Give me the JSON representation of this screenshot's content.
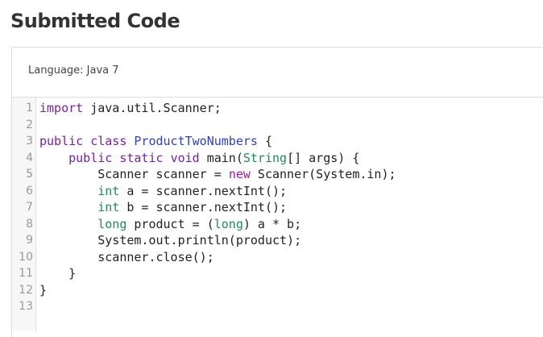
{
  "page": {
    "title": "Submitted Code"
  },
  "submission": {
    "language_label": "Language: Java 7"
  },
  "code": {
    "line_numbers": [
      "1",
      "2",
      "3",
      "4",
      "5",
      "6",
      "7",
      "8",
      "9",
      "10",
      "11",
      "12",
      "13"
    ],
    "lines": [
      [
        {
          "t": "import",
          "c": "kw"
        },
        {
          "t": " java.util.Scanner;",
          "c": ""
        }
      ],
      [],
      [
        {
          "t": "public",
          "c": "kw"
        },
        {
          "t": " ",
          "c": ""
        },
        {
          "t": "class",
          "c": "kw"
        },
        {
          "t": " ",
          "c": ""
        },
        {
          "t": "ProductTwoNumbers",
          "c": "cls"
        },
        {
          "t": " {",
          "c": ""
        }
      ],
      [
        {
          "t": "    ",
          "c": ""
        },
        {
          "t": "public",
          "c": "kw"
        },
        {
          "t": " ",
          "c": ""
        },
        {
          "t": "static",
          "c": "kw"
        },
        {
          "t": " ",
          "c": ""
        },
        {
          "t": "void",
          "c": "kw"
        },
        {
          "t": " main(",
          "c": ""
        },
        {
          "t": "String",
          "c": "type"
        },
        {
          "t": "[] args) {",
          "c": ""
        }
      ],
      [
        {
          "t": "        Scanner scanner = ",
          "c": ""
        },
        {
          "t": "new",
          "c": "newkw"
        },
        {
          "t": " Scanner(System.in);",
          "c": ""
        }
      ],
      [
        {
          "t": "        ",
          "c": ""
        },
        {
          "t": "int",
          "c": "type"
        },
        {
          "t": " a = scanner.nextInt();",
          "c": ""
        }
      ],
      [
        {
          "t": "        ",
          "c": ""
        },
        {
          "t": "int",
          "c": "type"
        },
        {
          "t": " b = scanner.nextInt();",
          "c": ""
        }
      ],
      [
        {
          "t": "        ",
          "c": ""
        },
        {
          "t": "long",
          "c": "type"
        },
        {
          "t": " product = (",
          "c": ""
        },
        {
          "t": "long",
          "c": "type"
        },
        {
          "t": ") a * b;",
          "c": ""
        }
      ],
      [
        {
          "t": "        System.out.println(product);",
          "c": ""
        }
      ],
      [
        {
          "t": "        scanner.close();",
          "c": ""
        }
      ],
      [
        {
          "t": "    }",
          "c": ""
        }
      ],
      [
        {
          "t": "}",
          "c": ""
        }
      ],
      []
    ]
  }
}
